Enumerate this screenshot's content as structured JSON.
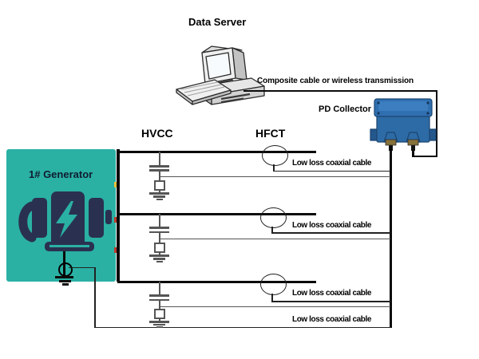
{
  "labels": {
    "data_server": "Data Server",
    "transmission": "Composite cable or wireless transmission",
    "pd_collector": "PD Collector",
    "hvcc": "HVCC",
    "hfct": "HFCT",
    "generator": "1# Generator",
    "coax": [
      "Low loss coaxial cable",
      "Low loss coaxial cable",
      "Low loss coaxial cable",
      "Low loss coaxial cable"
    ]
  },
  "icons": {
    "server": "desktop-computer-icon",
    "collector": "junction-box-icon",
    "generator": "generator-motor-icon",
    "hfct_sensor": "ct-ring-sensor",
    "hvcc_sensor": "coupling-capacitor-with-detection-impedance",
    "ground": "earth-ground-symbol"
  },
  "colors": {
    "generator_box": "#2ab1a4",
    "generator_icon": "#2a3150",
    "generator_text": "#101c30",
    "collector_body": "#2d6ba6",
    "collector_dark": "#1c4a79",
    "collector_light": "#3c7ec0",
    "brass_gland": "#86713a",
    "bus_line": "#0a0a0a",
    "sensor_line": "#555555",
    "mark_yellow": "#e8c13a",
    "mark_red": "#c0392b"
  }
}
